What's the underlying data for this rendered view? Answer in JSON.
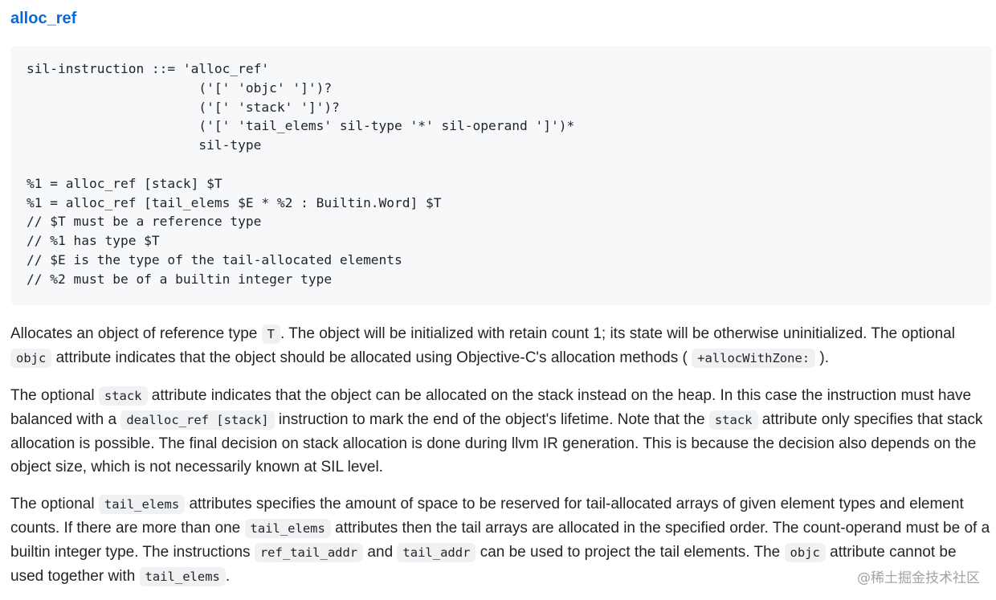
{
  "heading": "alloc_ref",
  "code_block": "sil-instruction ::= 'alloc_ref'\n                      ('[' 'objc' ']')?\n                      ('[' 'stack' ']')?\n                      ('[' 'tail_elems' sil-type '*' sil-operand ']')*\n                      sil-type\n\n%1 = alloc_ref [stack] $T\n%1 = alloc_ref [tail_elems $E * %2 : Builtin.Word] $T\n// $T must be a reference type\n// %1 has type $T\n// $E is the type of the tail-allocated elements\n// %2 must be of a builtin integer type",
  "p1": {
    "t0": "Allocates an object of reference type ",
    "c0": "T",
    "t1": ". The object will be initialized with retain count 1; its state will be otherwise uninitialized. The optional ",
    "c1": "objc",
    "t2": " attribute indicates that the object should be allocated using Objective-C's allocation methods ( ",
    "c2": "+allocWithZone:",
    "t3": " )."
  },
  "p2": {
    "t0": "The optional ",
    "c0": "stack",
    "t1": " attribute indicates that the object can be allocated on the stack instead on the heap. In this case the instruction must have balanced with a ",
    "c1": "dealloc_ref [stack]",
    "t2": " instruction to mark the end of the object's lifetime. Note that the ",
    "c2": "stack",
    "t3": " attribute only specifies that stack allocation is possible. The final decision on stack allocation is done during llvm IR generation. This is because the decision also depends on the object size, which is not necessarily known at SIL level."
  },
  "p3": {
    "t0": "The optional ",
    "c0": "tail_elems",
    "t1": " attributes specifies the amount of space to be reserved for tail-allocated arrays of given element types and element counts. If there are more than one ",
    "c1": "tail_elems",
    "t2": " attributes then the tail arrays are allocated in the specified order. The count-operand must be of a builtin integer type. The instructions ",
    "c2": "ref_tail_addr",
    "t3": " and ",
    "c3": "tail_addr",
    "t4": " can be used to project the tail elements. The ",
    "c4": "objc",
    "t5": " attribute cannot be used together with ",
    "c5": "tail_elems",
    "t6": "."
  },
  "watermark": "@稀土掘金技术社区"
}
